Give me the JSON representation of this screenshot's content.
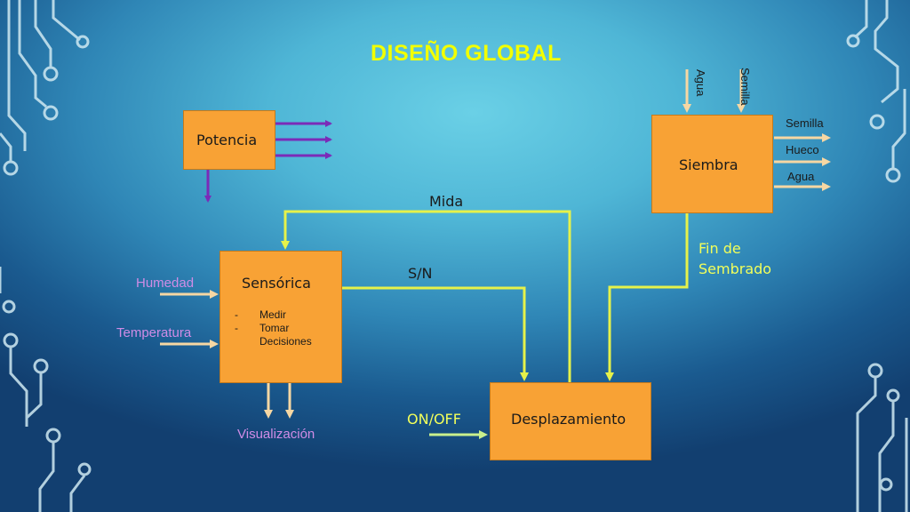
{
  "title": "DISEÑO GLOBAL",
  "colors": {
    "title": "#f2ff00",
    "box_fill": "#f8a235",
    "power_arrow": "#7b2bb8",
    "control_line": "#e6f24a",
    "input_arrow": "#f6d7a3",
    "green_arrow": "#c9f08c",
    "label_yellow": "#f2ff5a",
    "label_violet": "#cf8ce6",
    "circuit": "#cfe9f2"
  },
  "blocks": {
    "potencia": "Potencia",
    "siembra": "Siembra",
    "sensorica": "Sensórica",
    "desplazamiento": "Desplazamiento"
  },
  "sensorica_tasks": [
    {
      "dash": "-",
      "text": "Medir"
    },
    {
      "dash": "-",
      "text": "Tomar"
    },
    {
      "dash": "",
      "text": "Decisiones"
    }
  ],
  "siembra_inputs": {
    "agua": "Agua",
    "semilla": "Semilla"
  },
  "siembra_outputs": {
    "semilla": "Semilla",
    "hueco": "Hueco",
    "agua": "Agua"
  },
  "flows": {
    "mida": "Mida",
    "sn": "S/N",
    "fin_de": "Fin de",
    "sembrado": "Sembrado",
    "on_off": "ON/OFF"
  },
  "sensor_inputs": {
    "humedad": "Humedad",
    "temperatura": "Temperatura"
  },
  "outputs": {
    "visualizacion": "Visualización"
  }
}
